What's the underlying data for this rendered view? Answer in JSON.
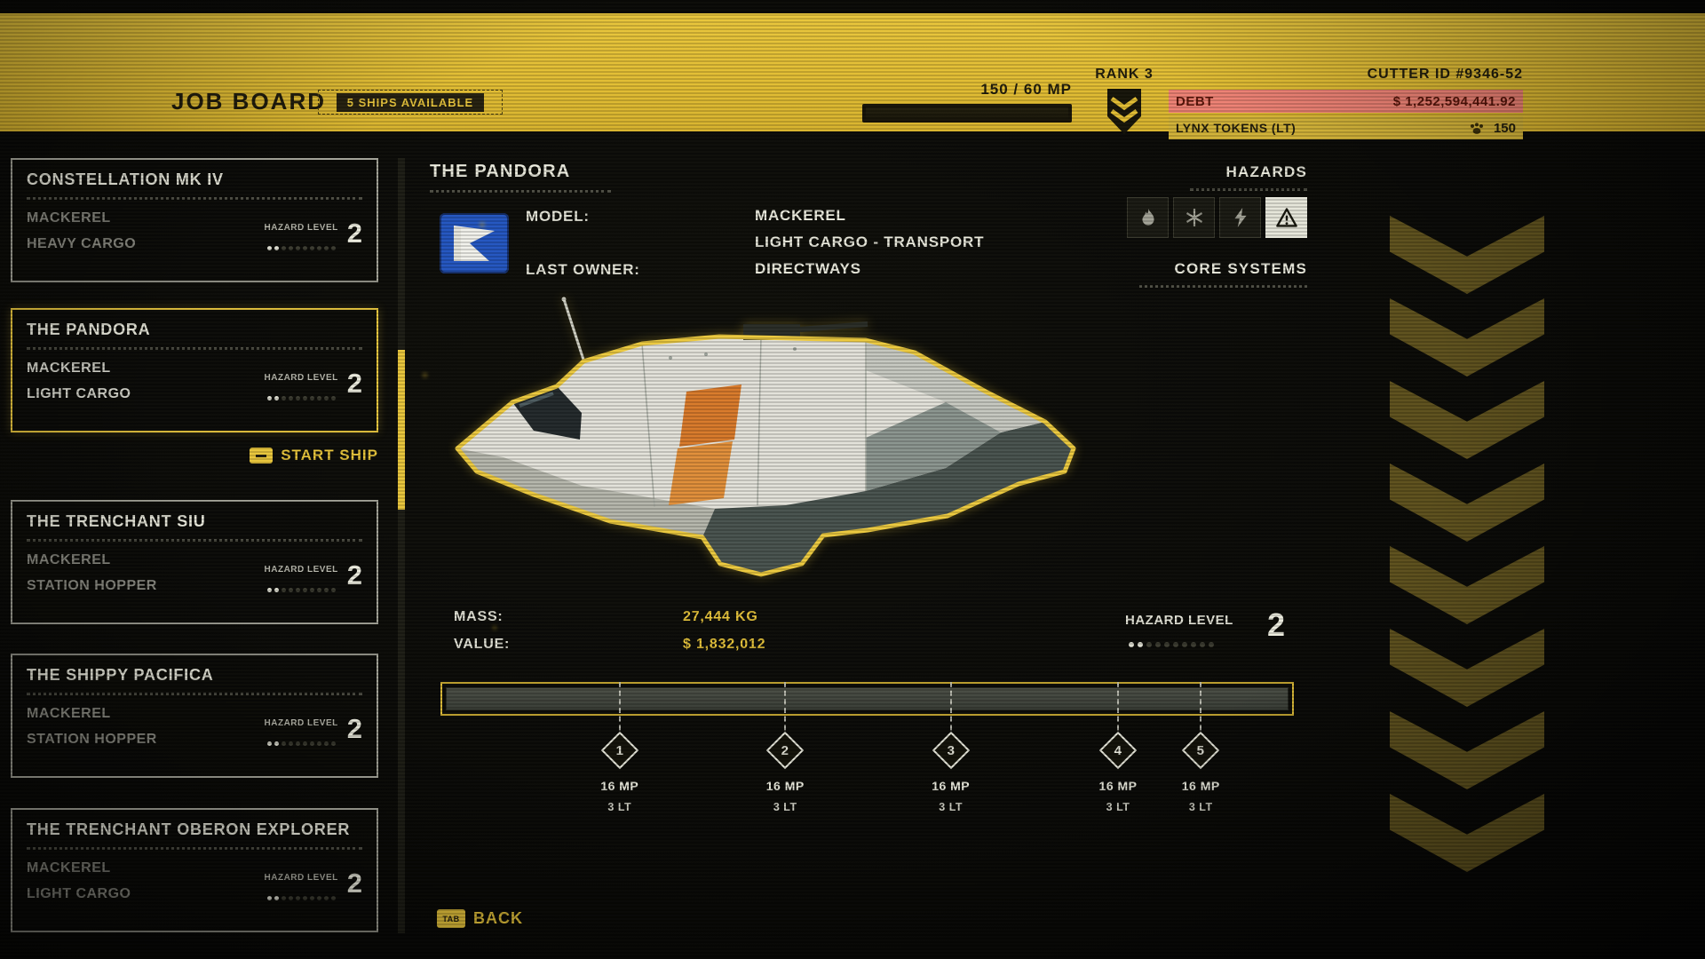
{
  "colors": {
    "accent": "#e9c63c",
    "debt_bg": "#ee8274",
    "debt_text": "#5a150a",
    "chevron": "#5e511d",
    "card_border": "#bebeb2"
  },
  "top_bar": {
    "title": "JOB BOARD",
    "ships_available": "5 SHIPS AVAILABLE",
    "mp_text": "150 / 60 MP",
    "rank": "RANK 3",
    "cutter_id": "CUTTER ID  #9346-52",
    "debt": {
      "label": "DEBT",
      "value": "$ 1,252,594,441.92"
    },
    "tokens": {
      "label": "LYNX TOKENS (LT)",
      "value": "150"
    }
  },
  "sidebar": {
    "ships": [
      {
        "name": "CONSTELLATION MK IV",
        "model": "MACKEREL",
        "type": "HEAVY CARGO",
        "hazard_label": "HAZARD LEVEL",
        "hazard_level": "2",
        "hazard_dots_filled": 2,
        "hazard_dots_total": 10,
        "selected": false
      },
      {
        "name": "THE PANDORA",
        "model": "MACKEREL",
        "type": "LIGHT CARGO",
        "hazard_label": "HAZARD LEVEL",
        "hazard_level": "2",
        "hazard_dots_filled": 2,
        "hazard_dots_total": 10,
        "selected": true
      },
      {
        "name": "THE TRENCHANT SIU",
        "model": "MACKEREL",
        "type": "STATION HOPPER",
        "hazard_label": "HAZARD LEVEL",
        "hazard_level": "2",
        "hazard_dots_filled": 2,
        "hazard_dots_total": 10,
        "selected": false
      },
      {
        "name": "THE SHIPPY PACIFICA",
        "model": "MACKEREL",
        "type": "STATION HOPPER",
        "hazard_label": "HAZARD LEVEL",
        "hazard_level": "2",
        "hazard_dots_filled": 2,
        "hazard_dots_total": 10,
        "selected": false
      },
      {
        "name": "THE TRENCHANT OBERON EXPLORER",
        "model": "MACKEREL",
        "type": "LIGHT CARGO",
        "hazard_label": "HAZARD LEVEL",
        "hazard_level": "2",
        "hazard_dots_filled": 2,
        "hazard_dots_total": 10,
        "selected": false
      }
    ],
    "start_ship_label": "START SHIP"
  },
  "detail": {
    "ship_name": "THE PANDORA",
    "model_label": "MODEL:",
    "model_line1": "MACKEREL",
    "model_line2": "LIGHT CARGO - TRANSPORT",
    "owner_label": "LAST OWNER:",
    "owner_value": "DIRECTWAYS",
    "mass_label": "MASS:",
    "mass_value": "27,444 KG",
    "value_label": "VALUE:",
    "value_value": "$ 1,832,012",
    "hazard_label": "HAZARD LEVEL",
    "hazard_level": "2",
    "hazard_dots_filled": 2,
    "hazard_dots_total": 10,
    "milestones": [
      {
        "num": "1",
        "mp": "16 MP",
        "lt": "3 LT"
      },
      {
        "num": "2",
        "mp": "16 MP",
        "lt": "3 LT"
      },
      {
        "num": "3",
        "mp": "16 MP",
        "lt": "3 LT"
      },
      {
        "num": "4",
        "mp": "16 MP",
        "lt": "3 LT"
      },
      {
        "num": "5",
        "mp": "16 MP",
        "lt": "3 LT"
      }
    ],
    "back": {
      "key": "TAB",
      "label": "BACK"
    }
  },
  "right_panel": {
    "hazards_label": "HAZARDS",
    "core_systems_label": "CORE SYSTEMS",
    "hazard_icons": [
      "fire-hazard",
      "freeze-hazard",
      "electric-hazard",
      "warning-hazard-active"
    ]
  }
}
